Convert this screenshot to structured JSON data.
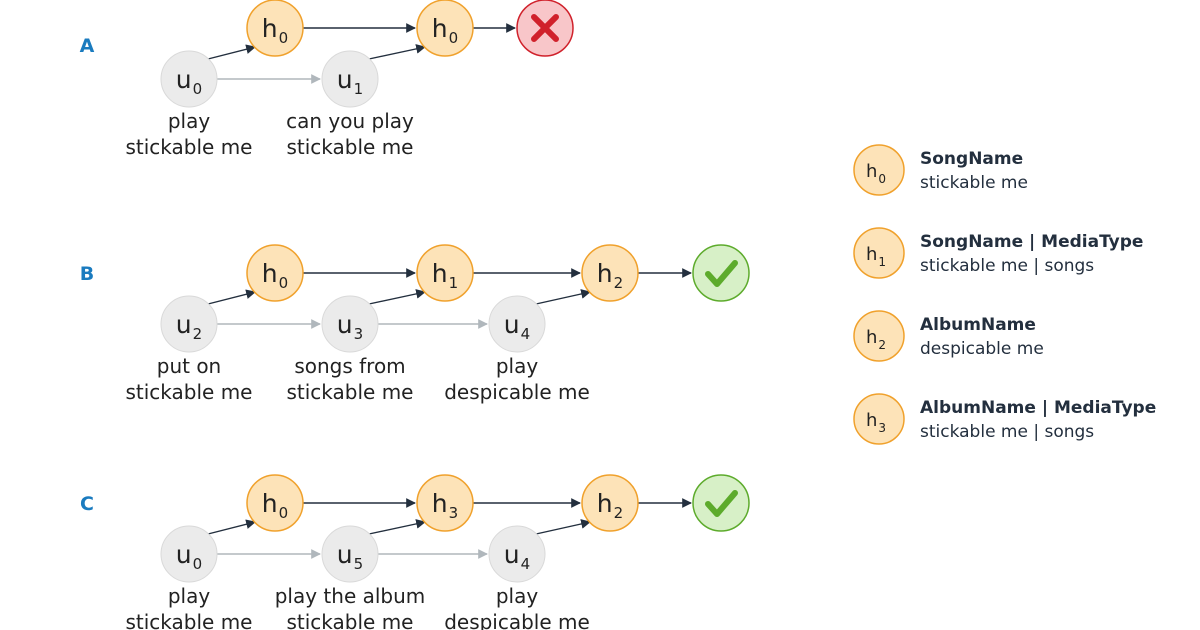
{
  "rows": [
    {
      "label": "A",
      "hyps": [
        {
          "base": "h",
          "sub": "0"
        },
        {
          "base": "h",
          "sub": "0"
        }
      ],
      "utts": [
        {
          "base": "u",
          "sub": "0",
          "text": [
            "play",
            "stickable me"
          ]
        },
        {
          "base": "u",
          "sub": "1",
          "text": [
            "can you play",
            "stickable me"
          ]
        }
      ],
      "outcome": "fail"
    },
    {
      "label": "B",
      "hyps": [
        {
          "base": "h",
          "sub": "0"
        },
        {
          "base": "h",
          "sub": "1"
        },
        {
          "base": "h",
          "sub": "2"
        }
      ],
      "utts": [
        {
          "base": "u",
          "sub": "2",
          "text": [
            "put on",
            "stickable me"
          ]
        },
        {
          "base": "u",
          "sub": "3",
          "text": [
            "songs from",
            "stickable me"
          ]
        },
        {
          "base": "u",
          "sub": "4",
          "text": [
            "play",
            "despicable me"
          ]
        }
      ],
      "outcome": "success"
    },
    {
      "label": "C",
      "hyps": [
        {
          "base": "h",
          "sub": "0"
        },
        {
          "base": "h",
          "sub": "3"
        },
        {
          "base": "h",
          "sub": "2"
        }
      ],
      "utts": [
        {
          "base": "u",
          "sub": "0",
          "text": [
            "play",
            "stickable me"
          ]
        },
        {
          "base": "u",
          "sub": "5",
          "text": [
            "play the album",
            "stickable me"
          ]
        },
        {
          "base": "u",
          "sub": "4",
          "text": [
            "play",
            "despicable me"
          ]
        }
      ],
      "outcome": "success"
    }
  ],
  "legend": [
    {
      "base": "h",
      "sub": "0",
      "title": "SongName",
      "value": "stickable me"
    },
    {
      "base": "h",
      "sub": "1",
      "title": "SongName | MediaType",
      "value": "stickable me | songs"
    },
    {
      "base": "h",
      "sub": "2",
      "title": "AlbumName",
      "value": "despicable me"
    },
    {
      "base": "h",
      "sub": "3",
      "title": "AlbumName | MediaType",
      "value": "stickable me | songs"
    }
  ],
  "colors": {
    "hyp_fill": "#fde3b8",
    "hyp_stroke": "#f0a12c",
    "utt_fill": "#ebebeb",
    "fail": "#d0212b",
    "success": "#5dab2c",
    "row_label": "#1a7bbf"
  },
  "icons": {
    "fail": "x-mark-icon",
    "success": "check-mark-icon"
  }
}
